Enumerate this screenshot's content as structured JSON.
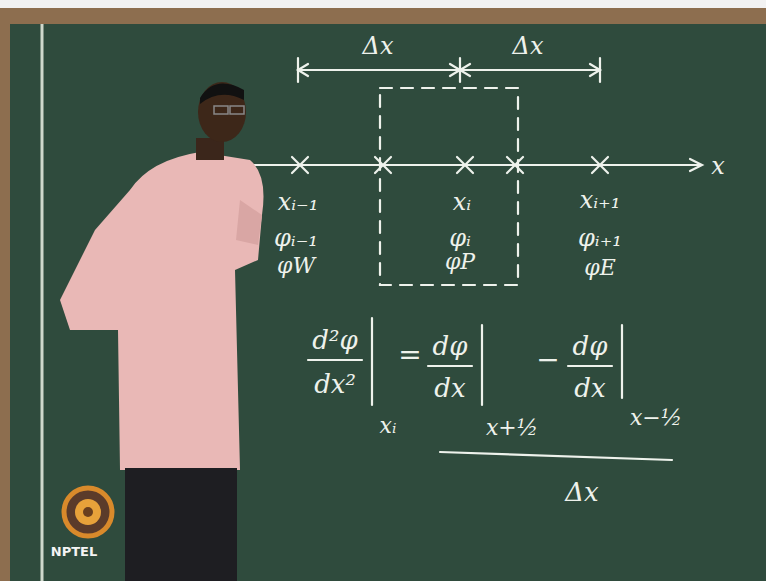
{
  "diagram": {
    "labels": [
      "Δx",
      "Δx",
      "x",
      "xᵢ₋₁",
      "φᵢ₋₁",
      "φW",
      "xᵢ",
      "φᵢ",
      "φP",
      "xᵢ₊₁",
      "φᵢ₊₁",
      "φE",
      "d²φ",
      "dx²",
      "xᵢ",
      "=",
      "dφ",
      "dx",
      "x+½",
      "−",
      "dφ",
      "dx",
      "x−½",
      "Δx",
      "NPTEL"
    ]
  }
}
